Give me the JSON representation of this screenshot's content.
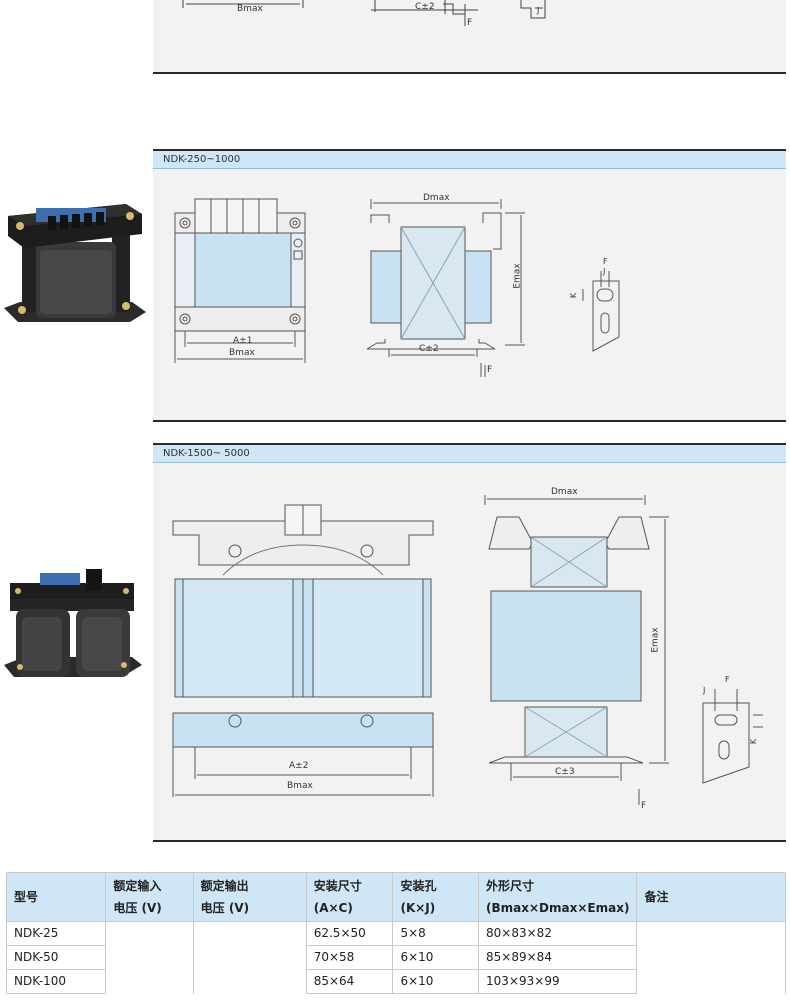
{
  "top_panel": {
    "label_b": "Bmax",
    "label_c": "C±2",
    "label_f": "F",
    "label_j": "J"
  },
  "panel_250": {
    "title": "NDK-250~1000",
    "label_a": "A±1",
    "label_b": "Bmax",
    "label_d": "Dmax",
    "label_e": "Emax",
    "label_c": "C±2",
    "label_f": "F",
    "label_f2": "F",
    "label_j": "J",
    "label_k": "K"
  },
  "panel_1500": {
    "title": "NDK-1500~ 5000",
    "label_a": "A±2",
    "label_b": "Bmax",
    "label_d": "Dmax",
    "label_e": "Emax",
    "label_c": "C±3",
    "label_f": "F",
    "label_f2": "F",
    "label_j": "J",
    "label_k": "K"
  },
  "table": {
    "headers": {
      "model": "型号",
      "input_l1": "额定输入",
      "input_l2": "电压 (V)",
      "output_l1": "额定输出",
      "output_l2": "电压 (V)",
      "mount_l1": "安装尺寸",
      "mount_l2": "(A×C)",
      "hole_l1": "安装孔",
      "hole_l2": "(K×J)",
      "outer_l1": "外形尺寸",
      "outer_l2": "(Bmax×Dmax×Emax)",
      "note": "备注"
    },
    "rows": [
      {
        "model": "NDK-25",
        "mount": "62.5×50",
        "hole": "5×8",
        "outer": "80×83×82"
      },
      {
        "model": "NDK-50",
        "mount": "70×58",
        "hole": "6×10",
        "outer": "85×89×84"
      },
      {
        "model": "NDK-100",
        "mount": "85×64",
        "hole": "6×10",
        "outer": "103×93×99"
      }
    ]
  }
}
